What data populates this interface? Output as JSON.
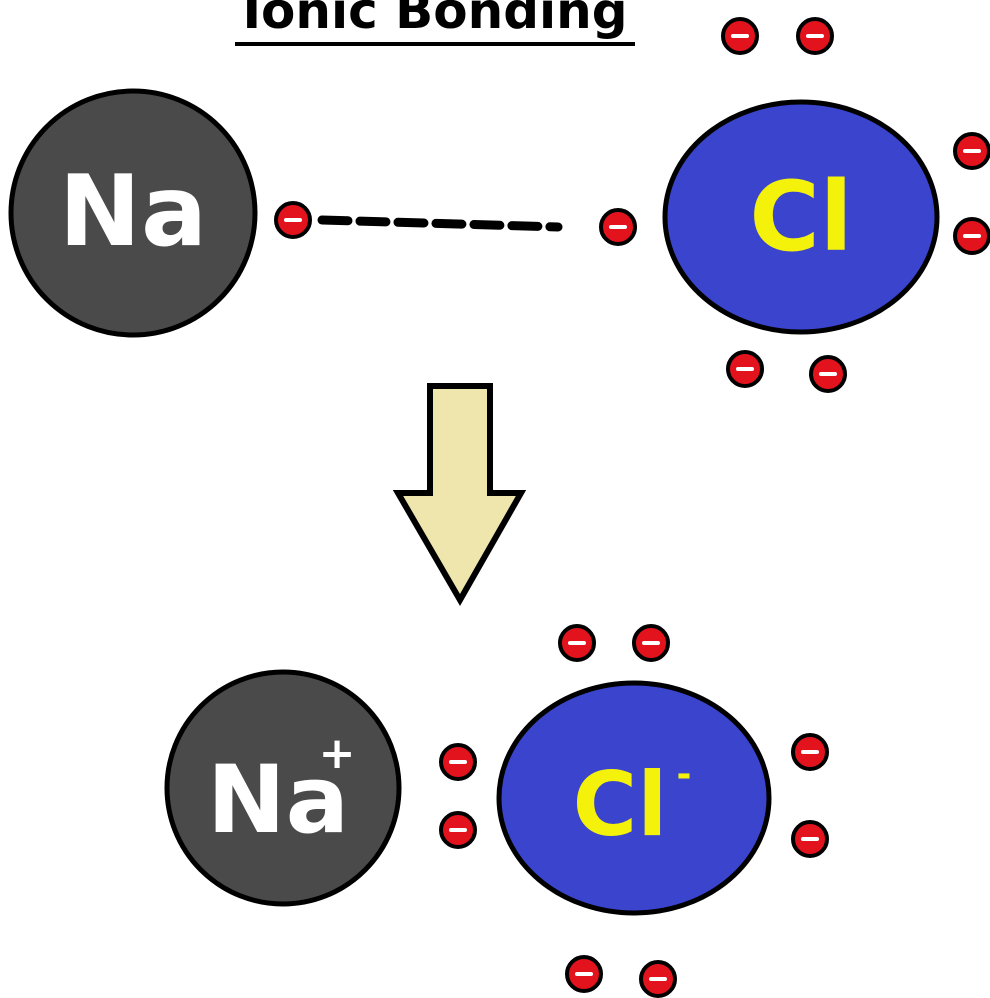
{
  "title": "Ionic Bonding",
  "top": {
    "sodium_label": "Na",
    "chlorine_label": "Cl"
  },
  "bottom": {
    "sodium_label": "Na",
    "sodium_charge": "+",
    "chlorine_label": "Cl",
    "chlorine_charge": "-"
  },
  "electron_symbol": "-",
  "colors": {
    "sodium": "#4a4a4a",
    "chlorine": "#3a44cc",
    "chlorine_text": "#f4f20a",
    "electron": "#e2131c",
    "arrow": "#efe6ad"
  }
}
